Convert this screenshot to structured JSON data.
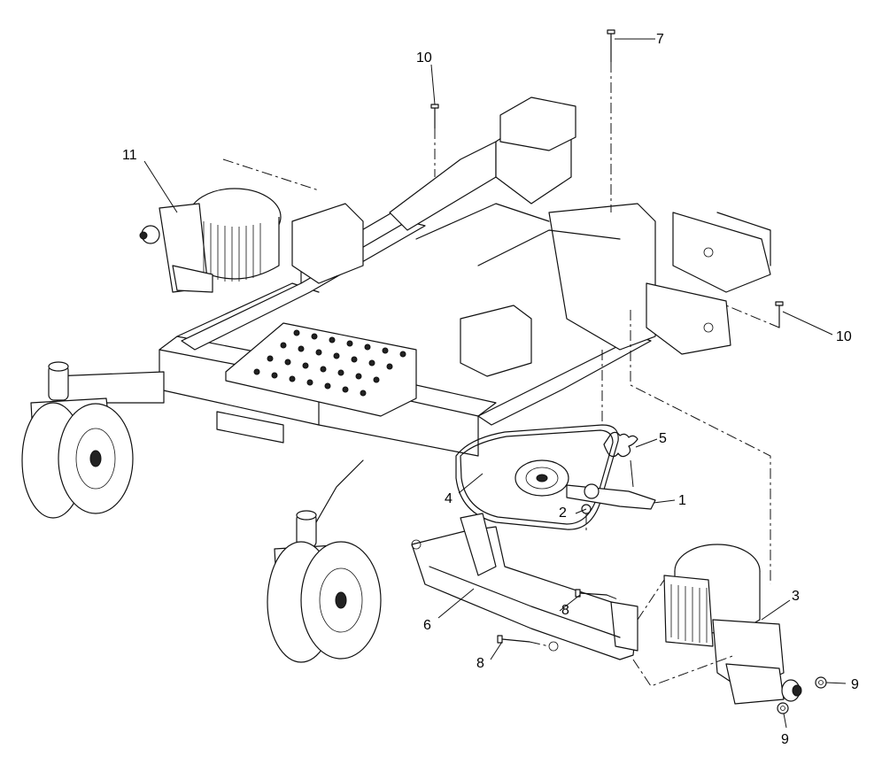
{
  "callouts": {
    "c1": "1",
    "c2": "2",
    "c3": "3",
    "c4": "4",
    "c5": "5",
    "c6": "6",
    "c7": "7",
    "c8a": "8",
    "c8b": "8",
    "c9a": "9",
    "c9b": "9",
    "c10a": "10",
    "c10b": "10",
    "c11": "11"
  }
}
